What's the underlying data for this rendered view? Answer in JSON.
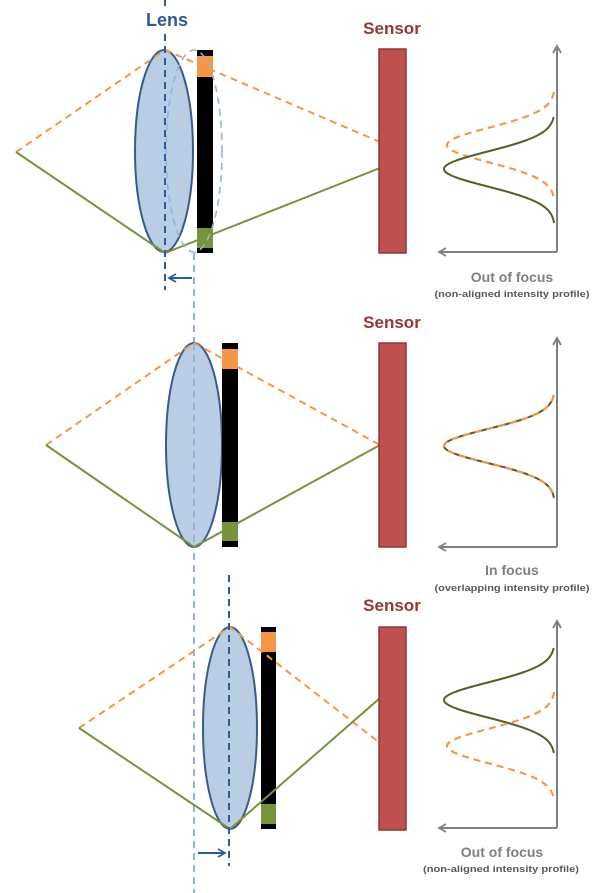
{
  "title_labels": {
    "lens": "Lens"
  },
  "panels": [
    {
      "sensor_label": "Sensor",
      "status": "Out of focus",
      "description": "(non-aligned intensity profile)",
      "lens_shift": "toward object"
    },
    {
      "sensor_label": "Sensor",
      "status": "In focus",
      "description": "(overlapping intensity profile)",
      "lens_shift": "none"
    },
    {
      "sensor_label": "Sensor",
      "status": "Out of focus",
      "description": "(non-aligned intensity profile)",
      "lens_shift": "toward sensor"
    }
  ],
  "legend_semantics": {
    "orange_dashed": "ray through top of lens / orange aperture segment",
    "green_solid": "ray through bottom of lens / green aperture segment"
  },
  "colors": {
    "orange": "#F79646",
    "green": "#77933C",
    "lens_fill": "#B9CDE5",
    "lens_stroke": "#385D8A",
    "lens_text": "#2E5B94",
    "sensor_fill": "#C0504D",
    "sensor_text": "#953735",
    "axis": "#7F7F7F"
  }
}
